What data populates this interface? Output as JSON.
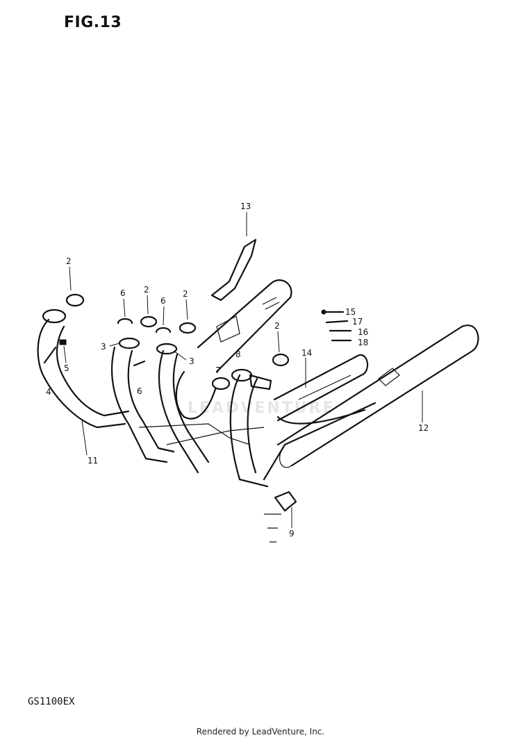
{
  "figure": {
    "title": "FIG.13",
    "model": "GS1100EX",
    "watermark": "LEADVENTURE",
    "footer": "Rendered by LeadVenture, Inc."
  },
  "callouts": [
    "2",
    "6",
    "2",
    "6",
    "2",
    "2",
    "3",
    "3",
    "4",
    "5",
    "6",
    "7",
    "8",
    "9",
    "11",
    "12",
    "13",
    "14",
    "15",
    "17",
    "16",
    "18"
  ],
  "parts": [
    {
      "label": "exhaust-pipe",
      "callout": "11"
    },
    {
      "label": "muffler-right",
      "callout": "12"
    },
    {
      "label": "muffler-bracket",
      "callout": "13"
    },
    {
      "label": "muffler-left",
      "callout": "14"
    }
  ]
}
